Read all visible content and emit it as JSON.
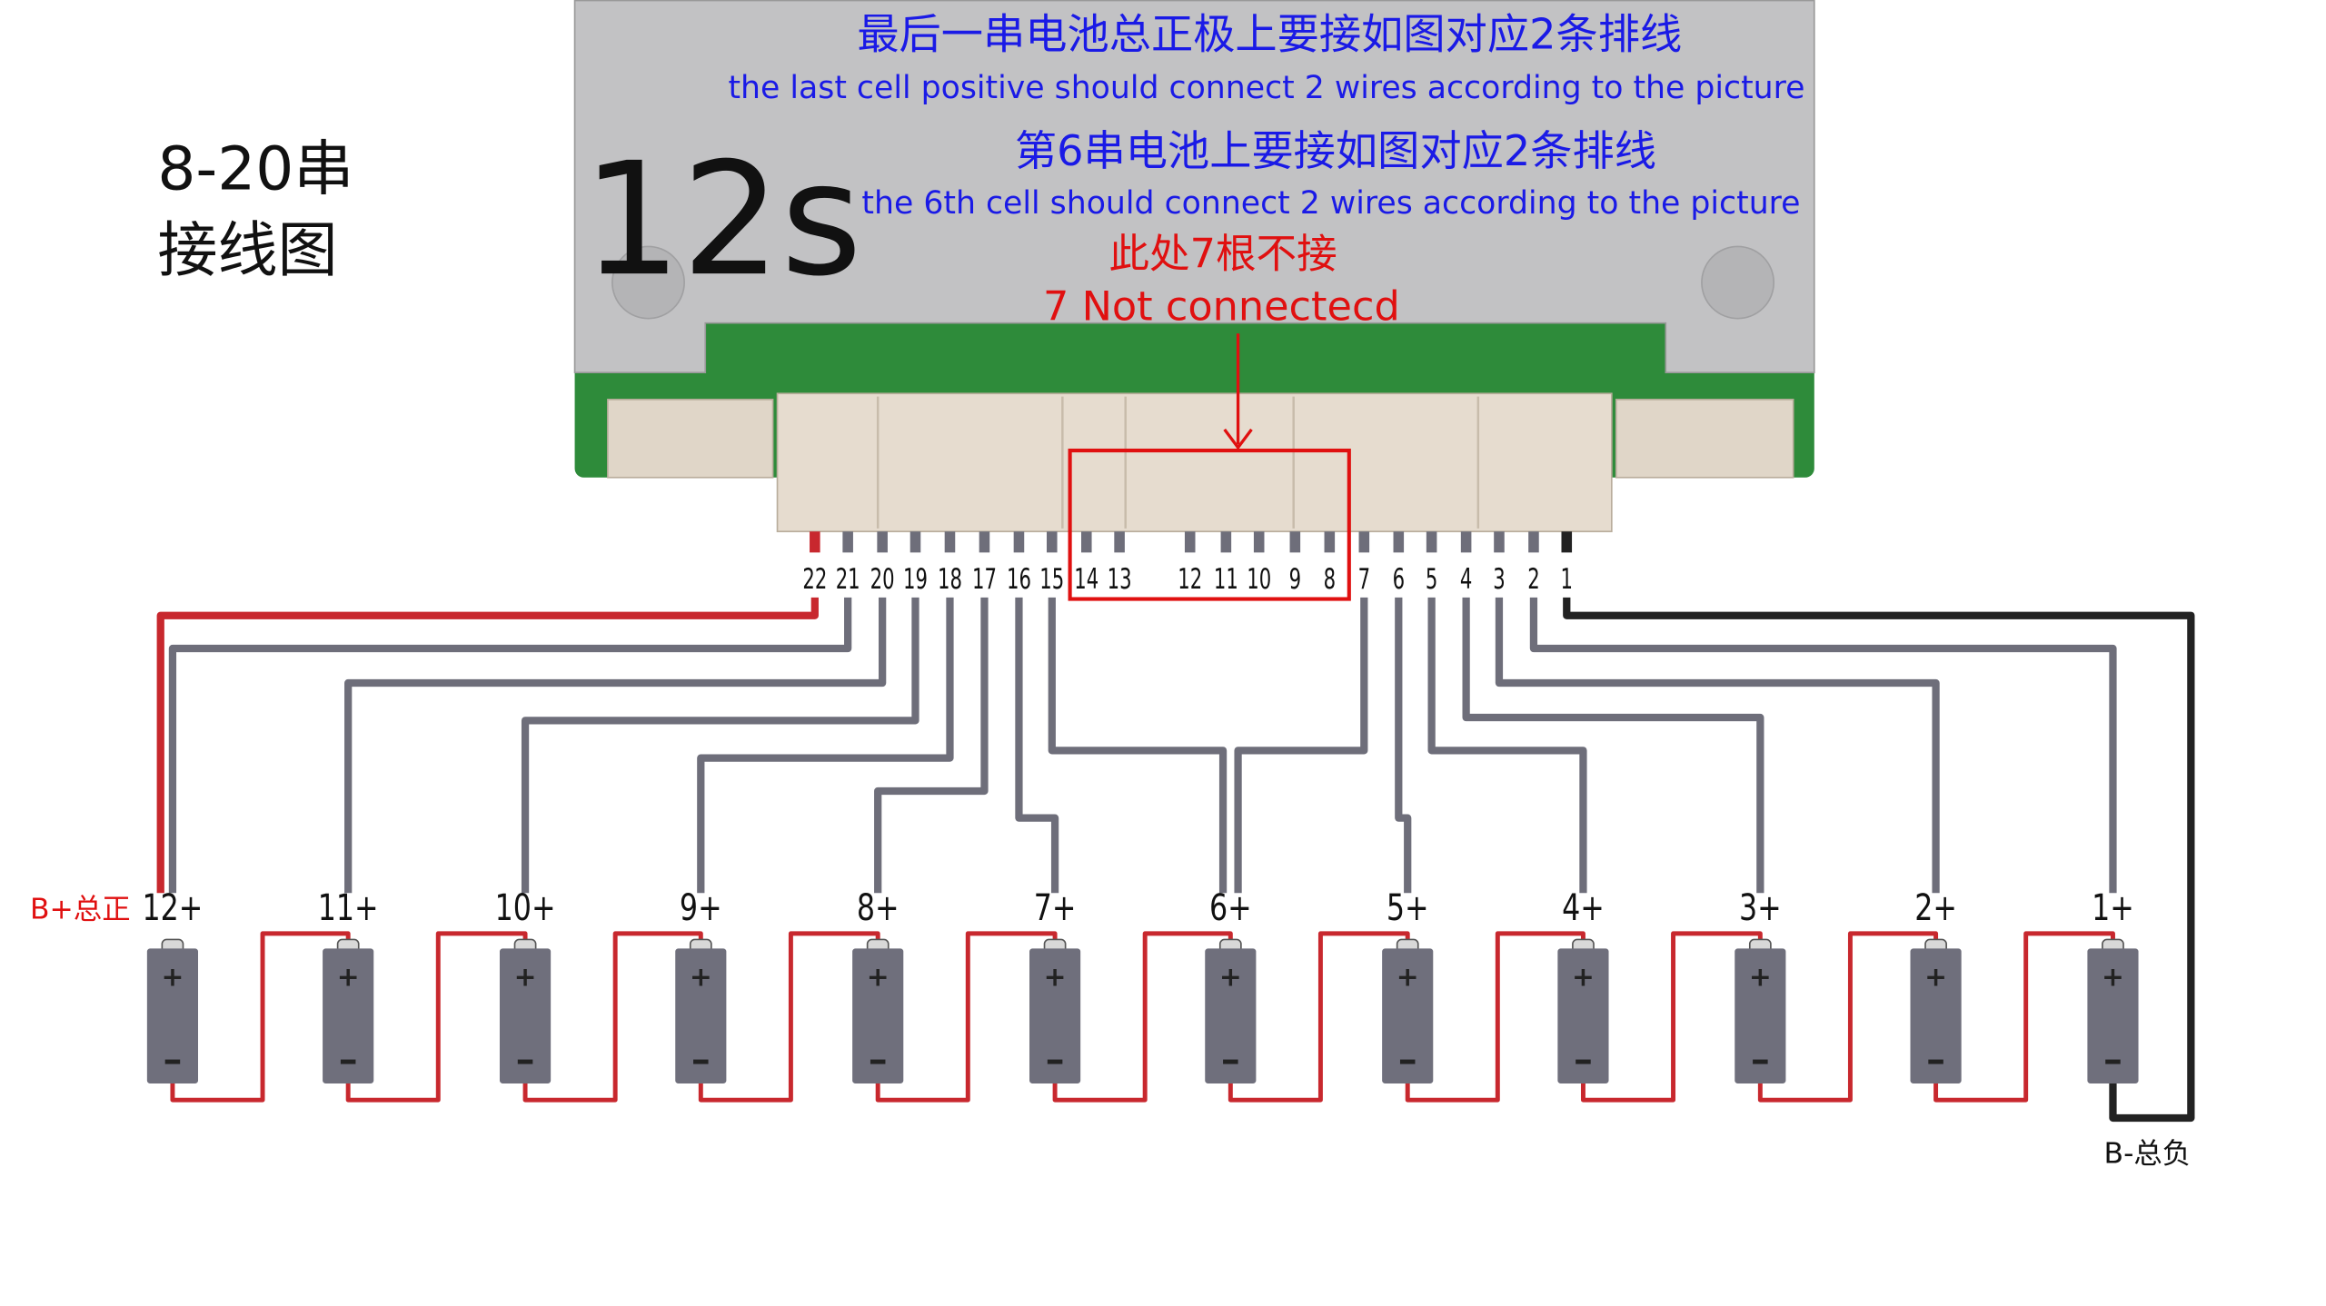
{
  "side_title": {
    "line1": "8-20串",
    "line2": "接线图"
  },
  "board": {
    "model": "12s",
    "note1_cn": "最后一串电池总正极上要接如图对应2条排线",
    "note1_en": "the last cell positive should connect 2 wires according to the picture",
    "note2_cn": "第6串电池上要接如图对应2条排线",
    "note2_en": "the 6th cell should connect 2 wires according to the picture",
    "note3_cn": "此处7根不接",
    "note3_en": "7 Not connectecd"
  },
  "pins": [
    "22",
    "21",
    "20",
    "19",
    "18",
    "17",
    "16",
    "15",
    "14",
    "13",
    "12",
    "11",
    "10",
    "9",
    "8",
    "7",
    "6",
    "5",
    "4",
    "3",
    "2",
    "1"
  ],
  "cells": [
    "12+",
    "11+",
    "10+",
    "9+",
    "8+",
    "7+",
    "6+",
    "5+",
    "4+",
    "3+",
    "2+",
    "1+"
  ],
  "b_plus": "B+总正",
  "b_minus": "B-总负",
  "colors": {
    "blue_text": "#1a1ae6",
    "red_text": "#e01010",
    "wire_gray": "#6e6e7a",
    "wire_red": "#c8282e",
    "wire_black": "#222222",
    "pcb": "#2e8b3a",
    "cover": "#c2c2c4",
    "connector": "#e6dccf",
    "battery": "#6f6f7c"
  }
}
